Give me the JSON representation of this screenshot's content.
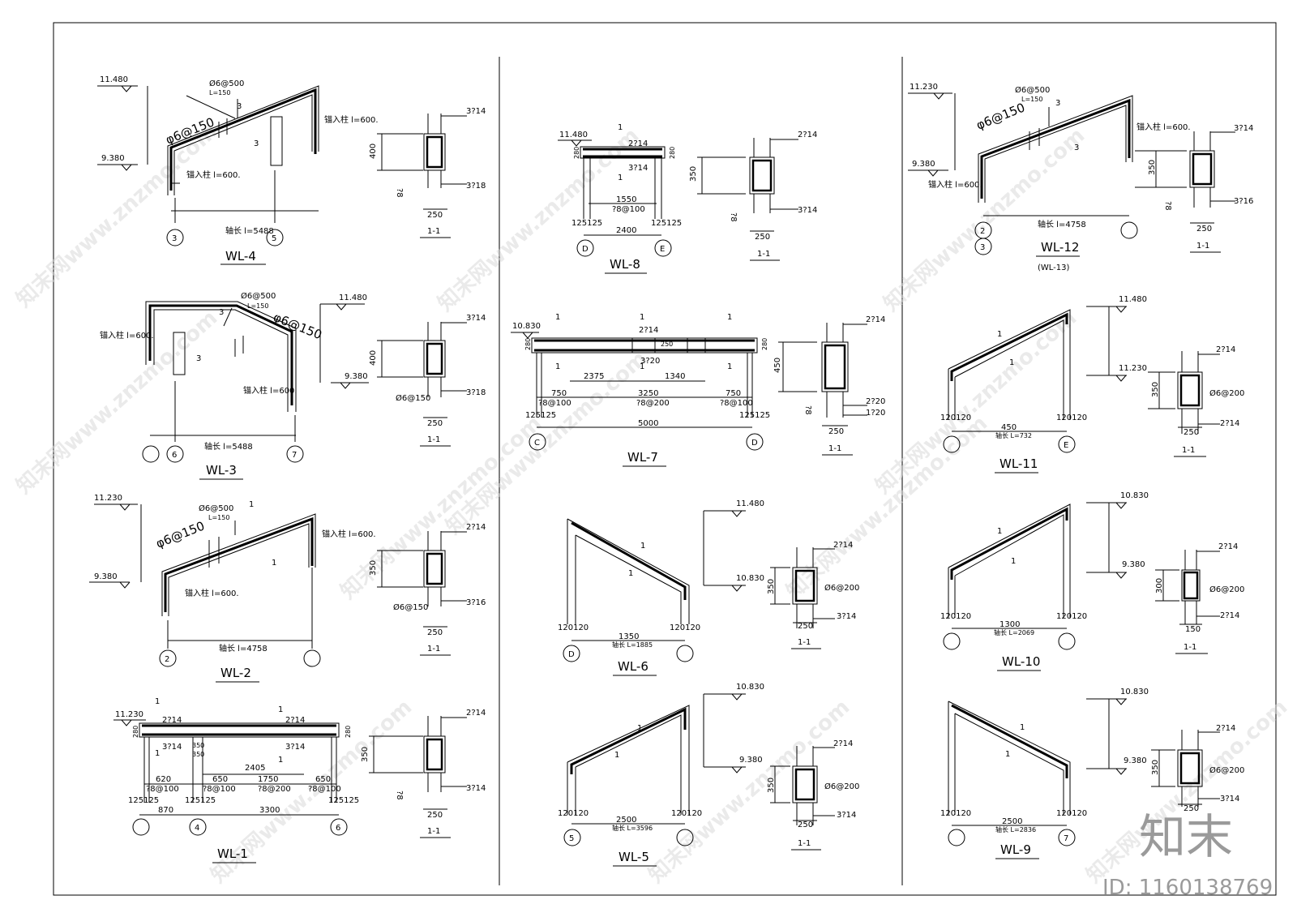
{
  "beams": {
    "wl4": {
      "title": "WL-4",
      "elev_top": "11.480",
      "elev_bot": "9.380",
      "stirrup": "φ6@150",
      "extra_stirrup": "Ø6@500",
      "extra_len": "L=150",
      "anchor_top": "锚入柱 l=600.",
      "anchor_bot": "锚入柱 l=600.",
      "axis_len": "轴长 l=5488",
      "bar_mark": "3",
      "axis_left": "3",
      "axis_right": "5",
      "sec_title": "1-1",
      "sec_height": "400",
      "sec_width": "250",
      "sec_top": "3?14",
      "sec_bot": "3?18",
      "sec_stir": "?8"
    },
    "wl3": {
      "title": "WL-3",
      "elev_top": "11.480",
      "elev_bot": "9.380",
      "stirrup": "φ6@150",
      "extra_stirrup": "Ø6@500",
      "extra_len": "L=150",
      "anchor_left": "锚入柱 l=600.",
      "anchor_right": "锚入柱 l=600.",
      "axis_len": "轴长 l=5488",
      "bar_mark_a": "3",
      "bar_mark_b": "3",
      "axis_left": "6",
      "axis_right": "7",
      "sec_title": "1-1",
      "sec_height": "400",
      "sec_width": "250",
      "sec_top": "3?14",
      "sec_bot": "3?18",
      "sec_stir": "Ø6@150"
    },
    "wl2": {
      "title": "WL-2",
      "elev_top": "11.230",
      "elev_bot": "9.380",
      "stirrup": "φ6@150",
      "extra_stirrup": "Ø6@500",
      "extra_len": "L=150",
      "anchor_top": "锚入柱 l=600.",
      "anchor_bot": "锚入柱 l=600.",
      "axis_len": "轴长 l=4758",
      "bar_mark_a": "1",
      "bar_mark_b": "1",
      "axis_left": "2",
      "sec_title": "1-1",
      "sec_height": "350",
      "sec_width": "250",
      "sec_top": "2?14",
      "sec_bot": "3?16",
      "sec_stir": "Ø6@150"
    },
    "wl1": {
      "title": "WL-1",
      "elev": "11.230",
      "top_bars_a": "2?14",
      "top_bars_b": "2?14",
      "bot_bars_a": "3?14",
      "bot_bars_b": "3?14",
      "depth": "280",
      "d_620": "620",
      "d_650a": "650",
      "d_1750": "1750",
      "d_650b": "650",
      "d_2405": "2405",
      "d_350a": "350",
      "d_350b": "350",
      "stir_a": "?8@100",
      "stir_b": "?8@100",
      "stir_c": "?8@200",
      "stir_d": "?8@100",
      "d_870": "870",
      "d_3300": "3300",
      "d_125a": "125125",
      "d_125b": "125125",
      "d_125c": "125125",
      "sec_mark": "1",
      "axis_b": "4",
      "axis_c": "6",
      "sec_title": "1-1",
      "sec_height": "350",
      "sec_width": "250",
      "sec_top": "2?14",
      "sec_bot": "3?14",
      "sec_stir": "?8"
    },
    "wl8": {
      "title": "WL-8",
      "elev": "11.480",
      "top_bars": "2?14",
      "bot_bars": "3?14",
      "depth": "280",
      "d_1550": "1550",
      "stir": "?8@100",
      "d_2400": "2400",
      "d_125a": "125125",
      "d_125b": "125125",
      "sec_mark": "1",
      "axis_left": "D",
      "axis_right": "E",
      "sec_title": "1-1",
      "sec_height": "350",
      "sec_width": "250",
      "sec_top": "2?14",
      "sec_bot": "3?14",
      "sec_stir": "?8"
    },
    "wl7": {
      "title": "WL-7",
      "elev": "10.830",
      "top_bars": "2?14",
      "bot_bars": "3?20",
      "depth": "280",
      "d_750a": "750",
      "d_2375": "2375",
      "d_3250": "3250",
      "d_1340": "1340",
      "d_750b": "750",
      "d_250": "250",
      "stir_a": "?8@100",
      "stir_b": "?8@200",
      "stir_c": "?8@100",
      "d_5000": "5000",
      "d_125a": "125125",
      "d_125b": "125125",
      "sec_mark": "1",
      "axis_left": "C",
      "axis_right": "D",
      "sec_title": "1-1",
      "sec_height": "450",
      "sec_width": "250",
      "sec_top": "2?14",
      "sec_bot_a": "2?20",
      "sec_bot_b": "1?20",
      "sec_stir": "?8"
    },
    "wl6": {
      "title": "WL-6",
      "elev_top": "11.480",
      "elev_bot": "10.830",
      "bar_mark": "1",
      "span": "1350",
      "axis_len": "轴长 L=1885",
      "d_l": "120120",
      "d_r": "120120",
      "axis_left": "D",
      "sec_title": "1-1",
      "sec_height": "350",
      "sec_width": "250",
      "sec_top": "2?14",
      "sec_bot": "3?14",
      "sec_stir": "Ø6@200"
    },
    "wl5": {
      "title": "WL-5",
      "elev_top": "10.830",
      "elev_bot": "9.380",
      "bar_mark": "1",
      "span": "2500",
      "axis_len": "轴长 L=3596",
      "d_l": "120120",
      "d_r": "120120",
      "axis_left": "5",
      "sec_title": "1-1",
      "sec_height": "350",
      "sec_width": "250",
      "sec_top": "2?14",
      "sec_bot": "3?14",
      "sec_stir": "Ø6@200"
    },
    "wl12": {
      "title": "WL-12",
      "subtitle": "(WL-13)",
      "elev_top": "11.230",
      "elev_bot": "9.380",
      "stirrup": "φ6@150",
      "extra_stirrup": "Ø6@500",
      "extra_len": "L=150",
      "anchor_top": "锚入柱 l=600.",
      "anchor_bot": "锚入柱 l=600.",
      "axis_len": "轴长 l=4758",
      "bar_mark_a": "3",
      "bar_mark_b": "3",
      "axis_left_a": "2",
      "axis_left_b": "3",
      "sec_title": "1-1",
      "sec_height": "350",
      "sec_width": "250",
      "sec_top": "3?14",
      "sec_bot": "3?16",
      "sec_stir": "?8"
    },
    "wl11": {
      "title": "WL-11",
      "elev_top": "11.480",
      "elev_bot": "11.230",
      "bar_mark": "1",
      "span": "450",
      "axis_len": "轴长 L=732",
      "d_l": "120120",
      "d_r": "120120",
      "axis_right": "E",
      "sec_title": "1-1",
      "sec_height": "350",
      "sec_width": "250",
      "sec_top": "2?14",
      "sec_bot": "2?14",
      "sec_stir": "Ø6@200"
    },
    "wl10": {
      "title": "WL-10",
      "elev_top": "10.830",
      "elev_bot": "9.380",
      "bar_mark": "1",
      "span": "1300",
      "axis_len": "轴长 L=2069",
      "d_l": "120120",
      "d_r": "120120",
      "sec_title": "1-1",
      "sec_height": "300",
      "sec_width": "150",
      "sec_top": "2?14",
      "sec_bot": "2?14",
      "sec_stir": "Ø6@200"
    },
    "wl9": {
      "title": "WL-9",
      "elev_top": "10.830",
      "elev_bot": "9.380",
      "bar_mark": "1",
      "span": "2500",
      "axis_len": "轴长 L=2836",
      "d_l": "120120",
      "d_r": "120120",
      "axis_right": "7",
      "sec_title": "1-1",
      "sec_height": "350",
      "sec_width": "250",
      "sec_top": "2?14",
      "sec_bot": "3?14",
      "sec_stir": "Ø6@200"
    }
  },
  "watermark": {
    "text": "知末网www.znzmo.com",
    "logo": "知末",
    "id": "ID: 1160138769"
  }
}
